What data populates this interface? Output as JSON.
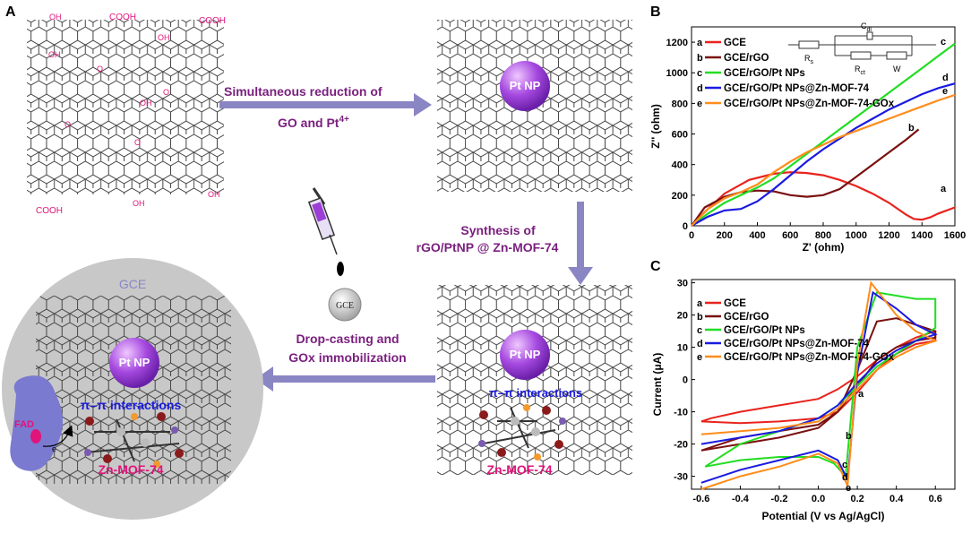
{
  "panel_labels": {
    "a": "A",
    "b": "B",
    "c": "C"
  },
  "scheme": {
    "go_labels": {
      "cooh1": "COOH",
      "cooh2": "COOH",
      "cooh3": "COOH",
      "oh": "OH",
      "o": "O"
    },
    "pt_np": "Pt NP",
    "step1_line1": "Simultaneous reduction of",
    "step1_line2": "GO and Pt",
    "step1_sup": "4+",
    "step2_line1": "Synthesis of",
    "step2_line2": "rGO/PtNP @ Zn-MOF-74",
    "step3_line1": "Drop-casting and",
    "step3_line2": "GOx immobilization",
    "gce_label": "GCE",
    "gce_small": "GCE",
    "pi_interactions": "π–π interactions",
    "mof_label": "Zn-MOF-74",
    "fad": "FAD",
    "electron": "e"
  },
  "colors": {
    "purple_arrow": "#8a86c4",
    "text_purple": "#7a1f7e",
    "text_magenta": "#e0147a",
    "pi_blue": "#1a1ae0",
    "gce_gray": "#c8c8c8",
    "pt_purple": "#9b3ed6",
    "mof_magenta": "#e0147a"
  },
  "chart_data": [
    {
      "type": "line",
      "panel": "B",
      "xlabel": "Z' (ohm)",
      "ylabel": "Z'' (ohm)",
      "xlim": [
        0,
        1600
      ],
      "ylim": [
        0,
        1300
      ],
      "xticks": [
        0,
        200,
        400,
        600,
        800,
        1000,
        1200,
        1400,
        1600
      ],
      "yticks": [
        0,
        200,
        400,
        600,
        800,
        1000,
        1200
      ],
      "circuit": {
        "cdl": "C",
        "cdl_sub": "dl",
        "rs": "R",
        "rs_sub": "s",
        "rct": "R",
        "rct_sub": "ct",
        "w": "W"
      },
      "series": [
        {
          "id": "a",
          "name": "GCE",
          "color": "#e8231d",
          "x": [
            0,
            80,
            200,
            350,
            500,
            600,
            700,
            800,
            900,
            1000,
            1100,
            1200,
            1300,
            1350,
            1400,
            1450,
            1500,
            1600
          ],
          "y": [
            0,
            90,
            210,
            300,
            340,
            350,
            345,
            330,
            300,
            260,
            210,
            150,
            75,
            45,
            40,
            55,
            80,
            120
          ]
        },
        {
          "id": "b",
          "name": "GCE/rGO",
          "color": "#7a1010",
          "x": [
            0,
            80,
            200,
            300,
            400,
            500,
            600,
            700,
            800,
            900,
            1000,
            1100,
            1200,
            1300,
            1380
          ],
          "y": [
            0,
            120,
            190,
            220,
            230,
            225,
            200,
            190,
            200,
            240,
            320,
            400,
            480,
            560,
            630
          ]
        },
        {
          "id": "c",
          "name": "GCE/rGO/Pt NPs",
          "color": "#22dd22",
          "x": [
            0,
            100,
            200,
            300,
            400,
            500,
            600,
            700,
            800,
            900,
            1000,
            1100,
            1200,
            1300,
            1400,
            1500,
            1600
          ],
          "y": [
            0,
            80,
            150,
            200,
            250,
            310,
            390,
            470,
            550,
            630,
            710,
            790,
            870,
            950,
            1030,
            1110,
            1190
          ]
        },
        {
          "id": "d",
          "name": "GCE/rGO/Pt NPs@Zn-MOF-74",
          "color": "#1a1ae0",
          "x": [
            0,
            100,
            200,
            300,
            400,
            500,
            600,
            700,
            800,
            900,
            1000,
            1100,
            1200,
            1300,
            1400,
            1500,
            1600
          ],
          "y": [
            0,
            60,
            100,
            110,
            160,
            240,
            330,
            420,
            500,
            570,
            640,
            700,
            760,
            810,
            860,
            900,
            930
          ]
        },
        {
          "id": "e",
          "name": "GCE/rGO/Pt NPs@Zn-MOF-74-GOx",
          "color": "#ff8c1a",
          "x": [
            0,
            100,
            200,
            300,
            400,
            500,
            600,
            700,
            800,
            900,
            1000,
            1100,
            1200,
            1300,
            1400,
            1500,
            1600
          ],
          "y": [
            0,
            110,
            180,
            220,
            270,
            350,
            420,
            480,
            530,
            580,
            620,
            660,
            700,
            740,
            780,
            820,
            855
          ]
        }
      ]
    },
    {
      "type": "line",
      "panel": "C",
      "xlabel": "Potential (V vs Ag/AgCl)",
      "ylabel": "Current (μA)",
      "xlim": [
        -0.65,
        0.7
      ],
      "ylim": [
        -34,
        31
      ],
      "xticks": [
        -0.6,
        -0.4,
        -0.2,
        0.0,
        0.2,
        0.4,
        0.6
      ],
      "ytick_labels": [
        "-30",
        "-20",
        "-10",
        "0",
        "10",
        "20",
        "30"
      ],
      "xtick_labels": [
        "-0.6",
        "-0.4",
        "-0.2",
        "0.0",
        "0.2",
        "0.4",
        "0.6"
      ],
      "series": [
        {
          "id": "a",
          "name": "GCE",
          "color": "#e8231d",
          "x": [
            -0.6,
            -0.4,
            -0.2,
            0.0,
            0.1,
            0.2,
            0.3,
            0.4,
            0.5,
            0.6,
            0.6,
            0.5,
            0.4,
            0.3,
            0.2,
            0.1,
            0.0,
            -0.2,
            -0.4,
            -0.55,
            -0.6
          ],
          "y": [
            -13,
            -13.5,
            -13,
            -12,
            -10,
            -4,
            3,
            8,
            11,
            12,
            15,
            13,
            10,
            6,
            1,
            -3,
            -6,
            -8,
            -10,
            -12,
            -13
          ]
        },
        {
          "id": "b",
          "name": "GCE/rGO",
          "color": "#7a1010",
          "x": [
            -0.6,
            -0.4,
            -0.2,
            0.0,
            0.1,
            0.2,
            0.3,
            0.4,
            0.5,
            0.6,
            0.6,
            0.5,
            0.4,
            0.3,
            0.2,
            0.1,
            0.0,
            -0.2,
            -0.4,
            -0.6
          ],
          "y": [
            -22,
            -20,
            -18,
            -15,
            -10,
            3,
            18,
            19,
            17,
            15,
            13,
            12,
            10,
            6,
            -2,
            -10,
            -14,
            -16,
            -18,
            -22
          ]
        },
        {
          "id": "c",
          "name": "GCE/rGO/Pt NPs",
          "color": "#22dd22",
          "x": [
            -0.58,
            -0.4,
            -0.2,
            0.0,
            0.08,
            0.14,
            0.2,
            0.3,
            0.4,
            0.5,
            0.6,
            0.6,
            0.5,
            0.4,
            0.3,
            0.2,
            0.1,
            0.0,
            -0.2,
            -0.4,
            -0.58
          ],
          "y": [
            -27,
            -25,
            -24,
            -24,
            -26,
            -30,
            10,
            27,
            26,
            25,
            25,
            16,
            12,
            8,
            4,
            -2,
            -8,
            -12,
            -16,
            -20,
            -27
          ]
        },
        {
          "id": "d",
          "name": "GCE/rGO/Pt NPs@Zn-MOF-74",
          "color": "#1a1ae0",
          "x": [
            -0.6,
            -0.4,
            -0.2,
            0.0,
            0.1,
            0.15,
            0.2,
            0.28,
            0.4,
            0.5,
            0.6,
            0.6,
            0.5,
            0.4,
            0.3,
            0.2,
            0.1,
            0.0,
            -0.2,
            -0.4,
            -0.6
          ],
          "y": [
            -32,
            -28,
            -25,
            -22,
            -25,
            -31,
            2,
            27,
            22,
            17,
            14,
            14,
            12,
            9,
            5,
            -1,
            -8,
            -12,
            -16,
            -18,
            -20
          ]
        },
        {
          "id": "e",
          "name": "GCE/rGO/Pt NPs@Zn-MOF-74-GOx",
          "color": "#ff8c1a",
          "x": [
            -0.6,
            -0.4,
            -0.2,
            0.0,
            0.1,
            0.15,
            0.2,
            0.27,
            0.4,
            0.5,
            0.6,
            0.6,
            0.5,
            0.4,
            0.3,
            0.2,
            0.1,
            0.0,
            -0.2,
            -0.4,
            -0.6
          ],
          "y": [
            -34,
            -30,
            -27,
            -23,
            -26,
            -33,
            5,
            30,
            20,
            15,
            12,
            12,
            10,
            7,
            3,
            -3,
            -9,
            -13,
            -15,
            -16,
            -17
          ]
        }
      ],
      "curve_labels": [
        "a",
        "b",
        "c",
        "d",
        "e"
      ]
    }
  ]
}
